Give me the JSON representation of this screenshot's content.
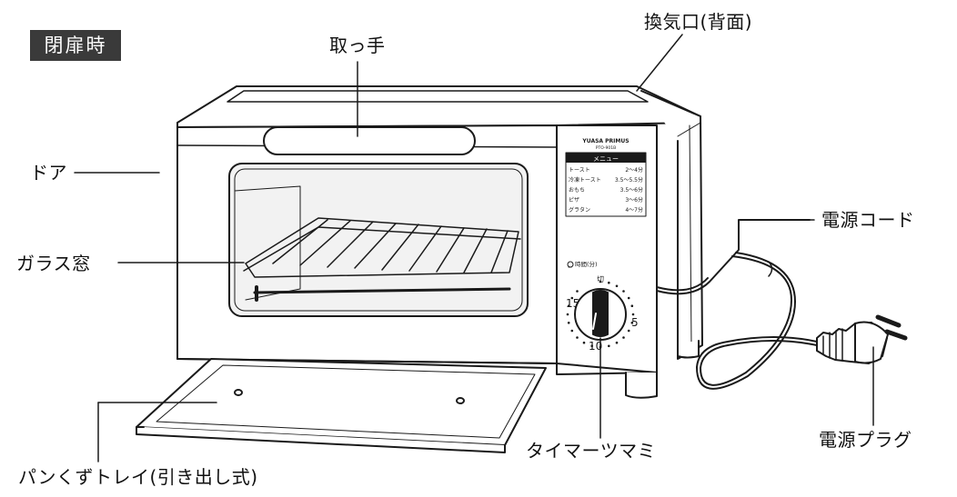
{
  "state_badge": "閉扉時",
  "labels": {
    "handle": "取っ手",
    "vent": "換気口(背面)",
    "door": "ドア",
    "glass_window": "ガラス窓",
    "power_cord": "電源コード",
    "power_plug": "電源プラグ",
    "timer_knob": "タイマーツマミ",
    "crumb_tray": "パンくずトレイ(引き出し式)"
  },
  "panel": {
    "brand": "YUASA PRIMUS",
    "model": "PTO-901B",
    "menu_title": "メニュー",
    "menu": [
      {
        "item": "トースト",
        "time": "2～4分"
      },
      {
        "item": "冷凍トースト",
        "time": "3.5～5.5分"
      },
      {
        "item": "おもち",
        "time": "3.5～6分"
      },
      {
        "item": "ピザ",
        "time": "3～6分"
      },
      {
        "item": "グラタン",
        "time": "4～7分"
      }
    ],
    "timer_caption": "時間(分)",
    "off_mark": "切",
    "dial_marks": [
      "15",
      "5",
      "10"
    ]
  },
  "colors": {
    "line": "#1a1a1a",
    "badge_bg": "#3a3a3a",
    "glass": "#f2f2f2"
  }
}
